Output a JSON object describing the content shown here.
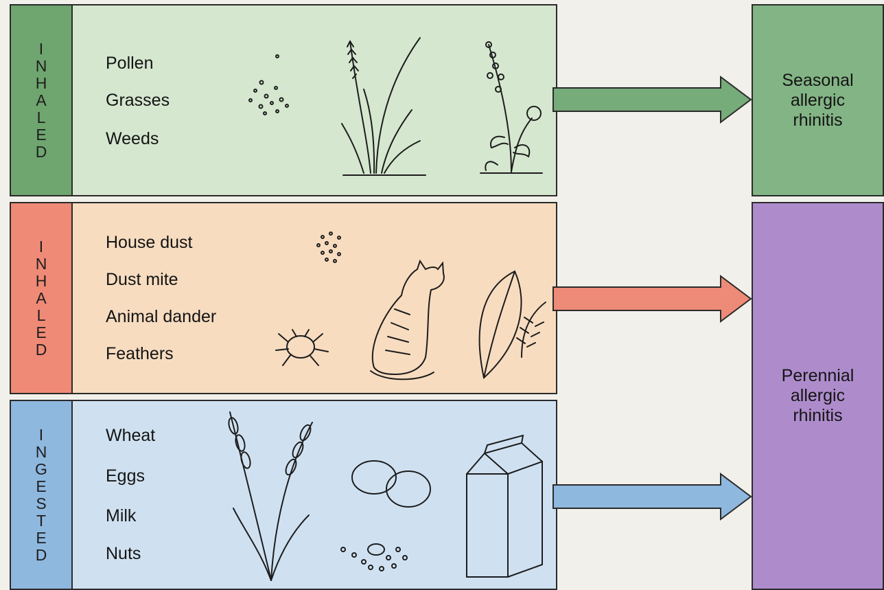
{
  "groups": [
    {
      "side_label": [
        "I",
        "N",
        "H",
        "A",
        "L",
        "E",
        "D"
      ],
      "items": [
        "Pollen",
        "Grasses",
        "Weeds"
      ]
    },
    {
      "side_label": [
        "I",
        "N",
        "H",
        "A",
        "L",
        "E",
        "D"
      ],
      "items": [
        "House dust",
        "Dust mite",
        "Animal dander",
        "Feathers"
      ]
    },
    {
      "side_label": [
        "I",
        "N",
        "G",
        "E",
        "S",
        "T",
        "E",
        "D"
      ],
      "items": [
        "Wheat",
        "Eggs",
        "Milk",
        "Nuts"
      ]
    }
  ],
  "outcomes": [
    {
      "label": "Seasonal\nallergic\nrhinitis"
    },
    {
      "label": "Perennial\nallergic\nrhinitis"
    }
  ],
  "colors": {
    "seasonal_green": "#6fa56f",
    "perennial_salmon": "#ef8a77",
    "ingested_blue": "#8fb8df",
    "perennial_outcome_purple": "#ae8ccc"
  },
  "icons": [
    "pollen-dots-icon",
    "grass-plant-icon",
    "weed-plant-icon",
    "dust-dots-icon",
    "dust-mite-icon",
    "cat-icon",
    "feather-icon",
    "wheat-icon",
    "eggs-icon",
    "nuts-icon",
    "milk-carton-icon"
  ]
}
